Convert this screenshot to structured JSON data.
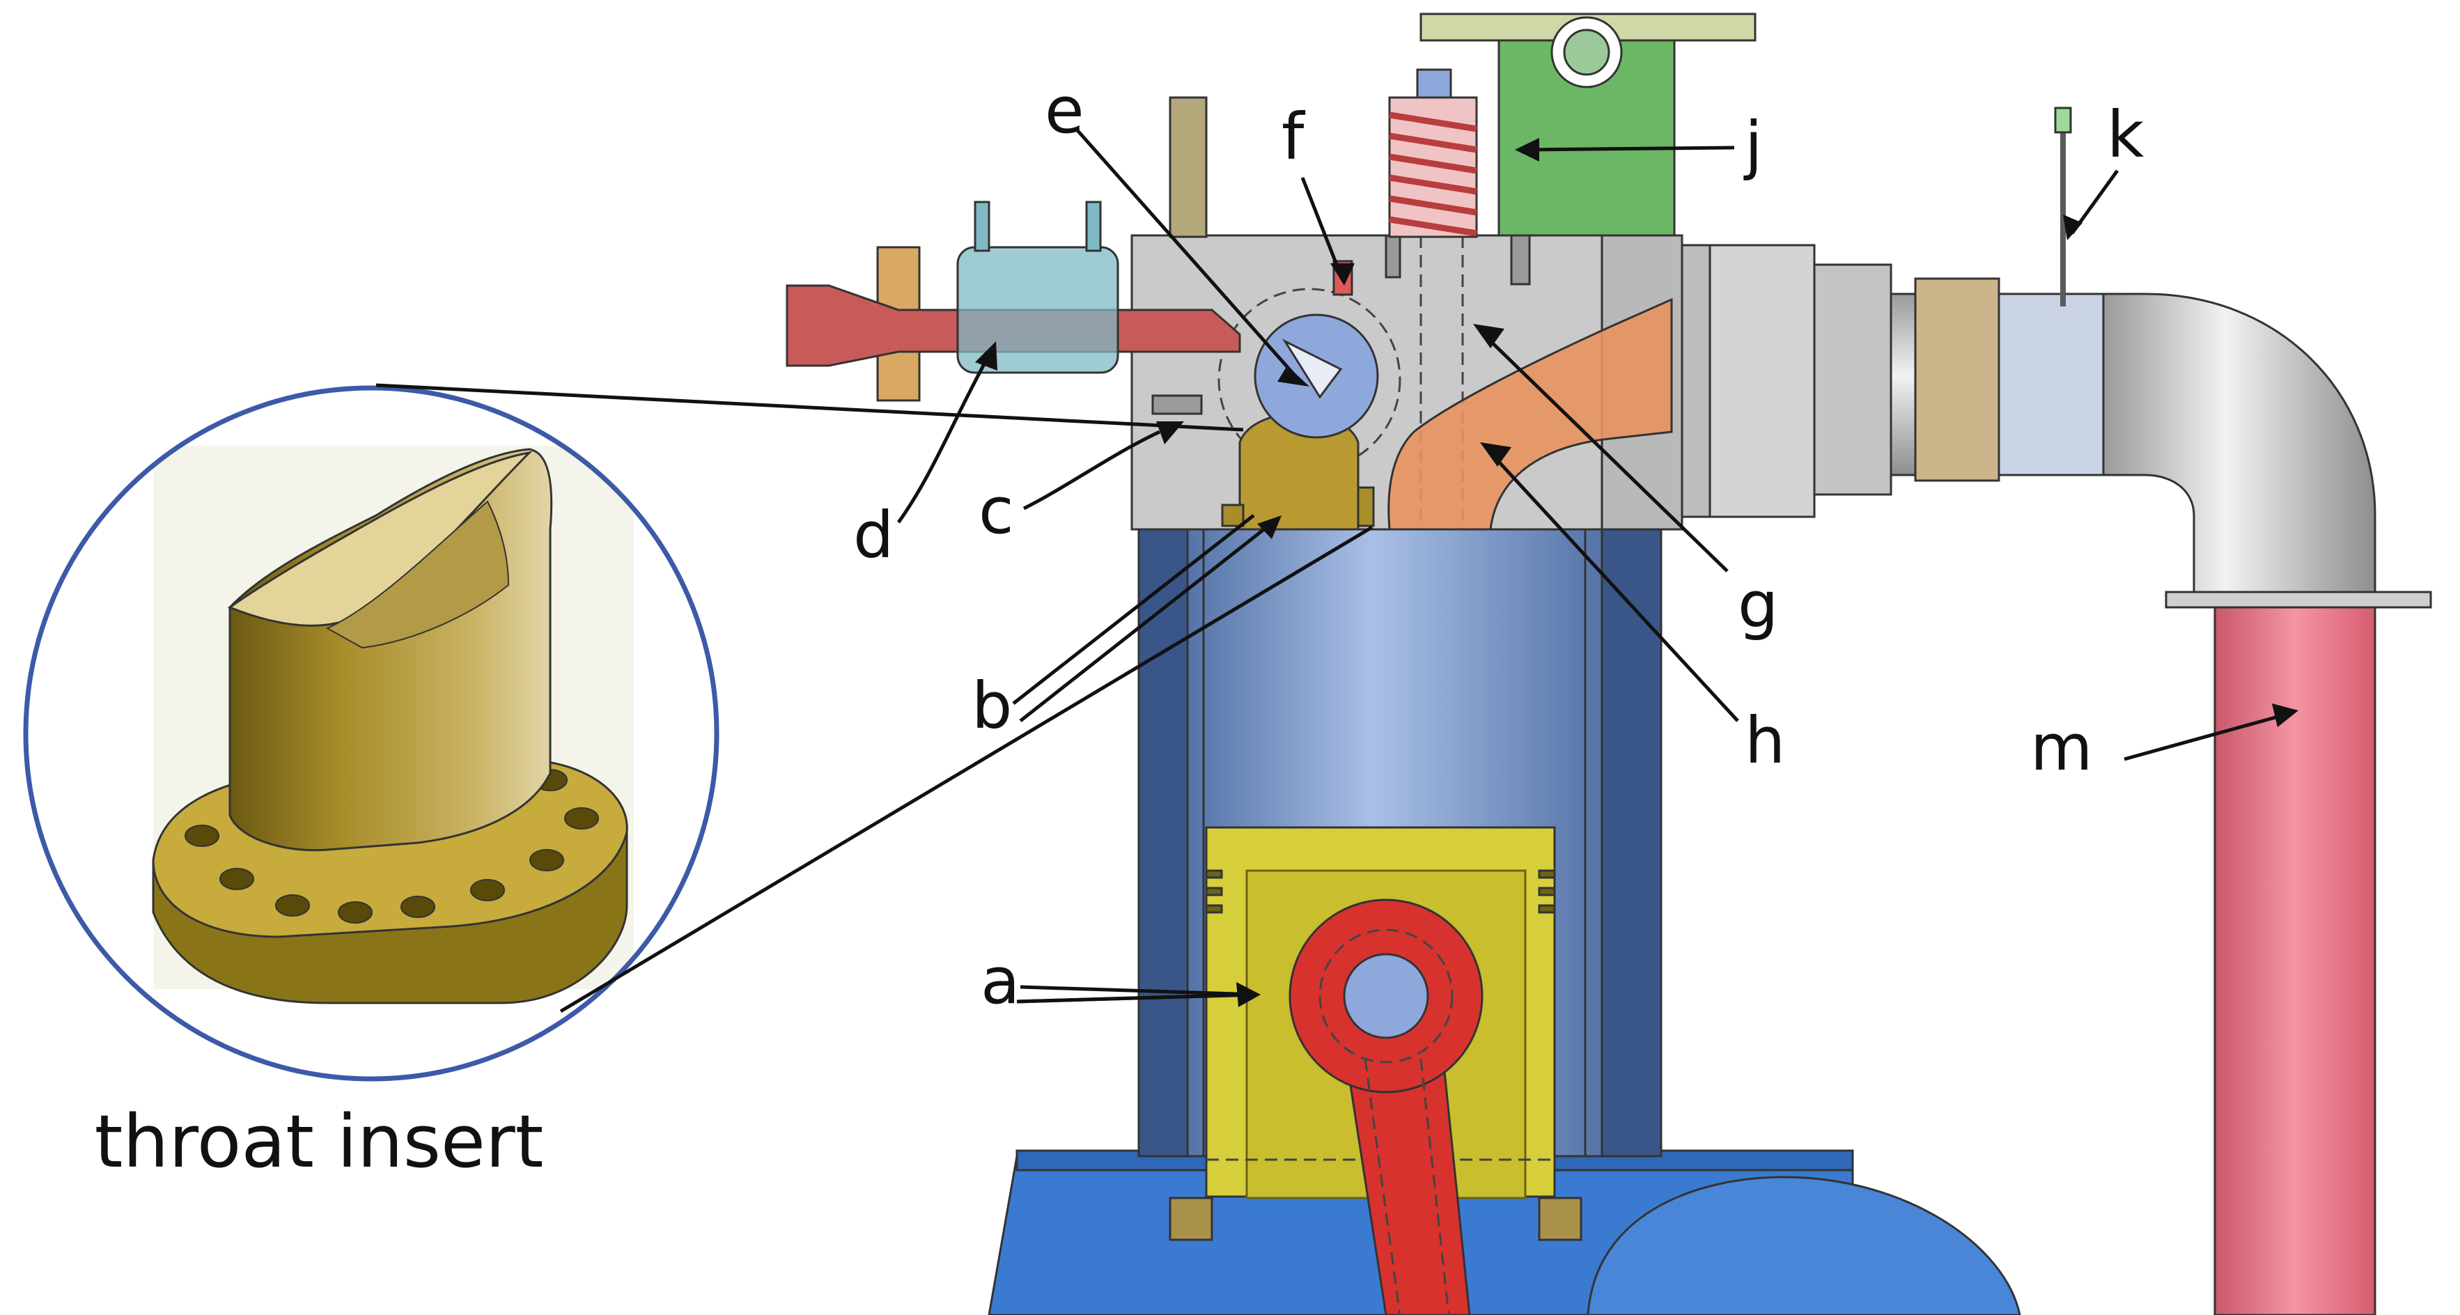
{
  "figure": {
    "labels": {
      "a": "a",
      "b": "b",
      "c": "c",
      "d": "d",
      "e": "e",
      "f": "f",
      "g": "g",
      "h": "h",
      "j": "j",
      "k": "k",
      "m": "m"
    },
    "inset_caption": "throat insert"
  },
  "colors": {
    "head_block": "#c9c9c9",
    "cylinder": "#4d6fa8",
    "piston": "#d7ce3c",
    "connecting_rod": "#d8322e",
    "injector": "#c95a5a",
    "clamp": "#7fb9c4",
    "rotary_valve": "#8fa8dc",
    "throat_insert": "#a88d2a",
    "exhaust_port": "#e8935f",
    "valve_stem": "#6cb766",
    "spring": "#e07f7f",
    "exhaust_pipe": "#d6d6d6",
    "dump_tube": "#ee7b8c",
    "crankcase": "#3f7fd0",
    "inset_ring": "#3d5aa8"
  }
}
